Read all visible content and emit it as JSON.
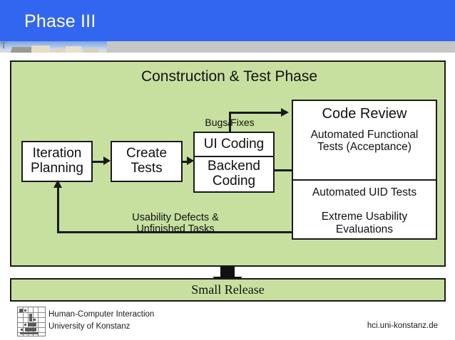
{
  "slide": {
    "title": "Phase III",
    "header_color": "#3366f0",
    "panel_color": "#c7e0a0",
    "outline_color": "#1a1a1a"
  },
  "diagram": {
    "title": "Construction & Test Phase",
    "boxes": {
      "iteration_planning": {
        "line1": "Iteration",
        "line2": "Planning"
      },
      "create_tests": {
        "line1": "Create",
        "line2": "Tests"
      },
      "coding": {
        "ui": "UI Coding",
        "backend_line1": "Backend",
        "backend_line2": "Coding"
      },
      "code_review": {
        "heading": "Code Review",
        "sub_line1": "Automated Functional",
        "sub_line2": "Tests (Acceptance)",
        "uid_tests": "Automated UID Tests",
        "extreme_line1": "Extreme Usability",
        "extreme_line2": "Evaluations"
      }
    },
    "labels": {
      "bugs_fixes": "Bugs/Fixes",
      "feedback_line1": "Usability Defects &",
      "feedback_line2": "Unfinished Tasks"
    }
  },
  "release": {
    "label": "Small Release"
  },
  "footer": {
    "org_line1": "Human-Computer Interaction",
    "org_line2": "University of Konstanz",
    "url": "hci.uni-konstanz.de"
  }
}
